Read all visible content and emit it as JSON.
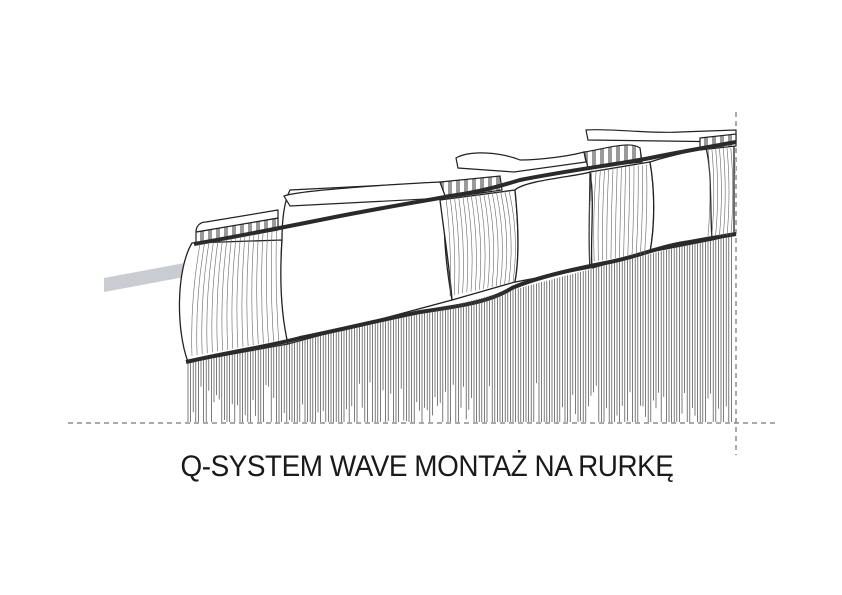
{
  "caption": "Q-SYSTEM WAVE MONTAŻ NA RURKĘ",
  "colors": {
    "background": "#ffffff",
    "rod": "#c9ccd3",
    "line": "#1f1f1f",
    "band": "#3a3a3a",
    "fold": "#7a7a7a",
    "guide": "#555555"
  },
  "components": {
    "rod": "curtain-rod",
    "curtain": "wave-curtain",
    "tape": "heading-tape",
    "guides": "dashed-reference-lines"
  }
}
